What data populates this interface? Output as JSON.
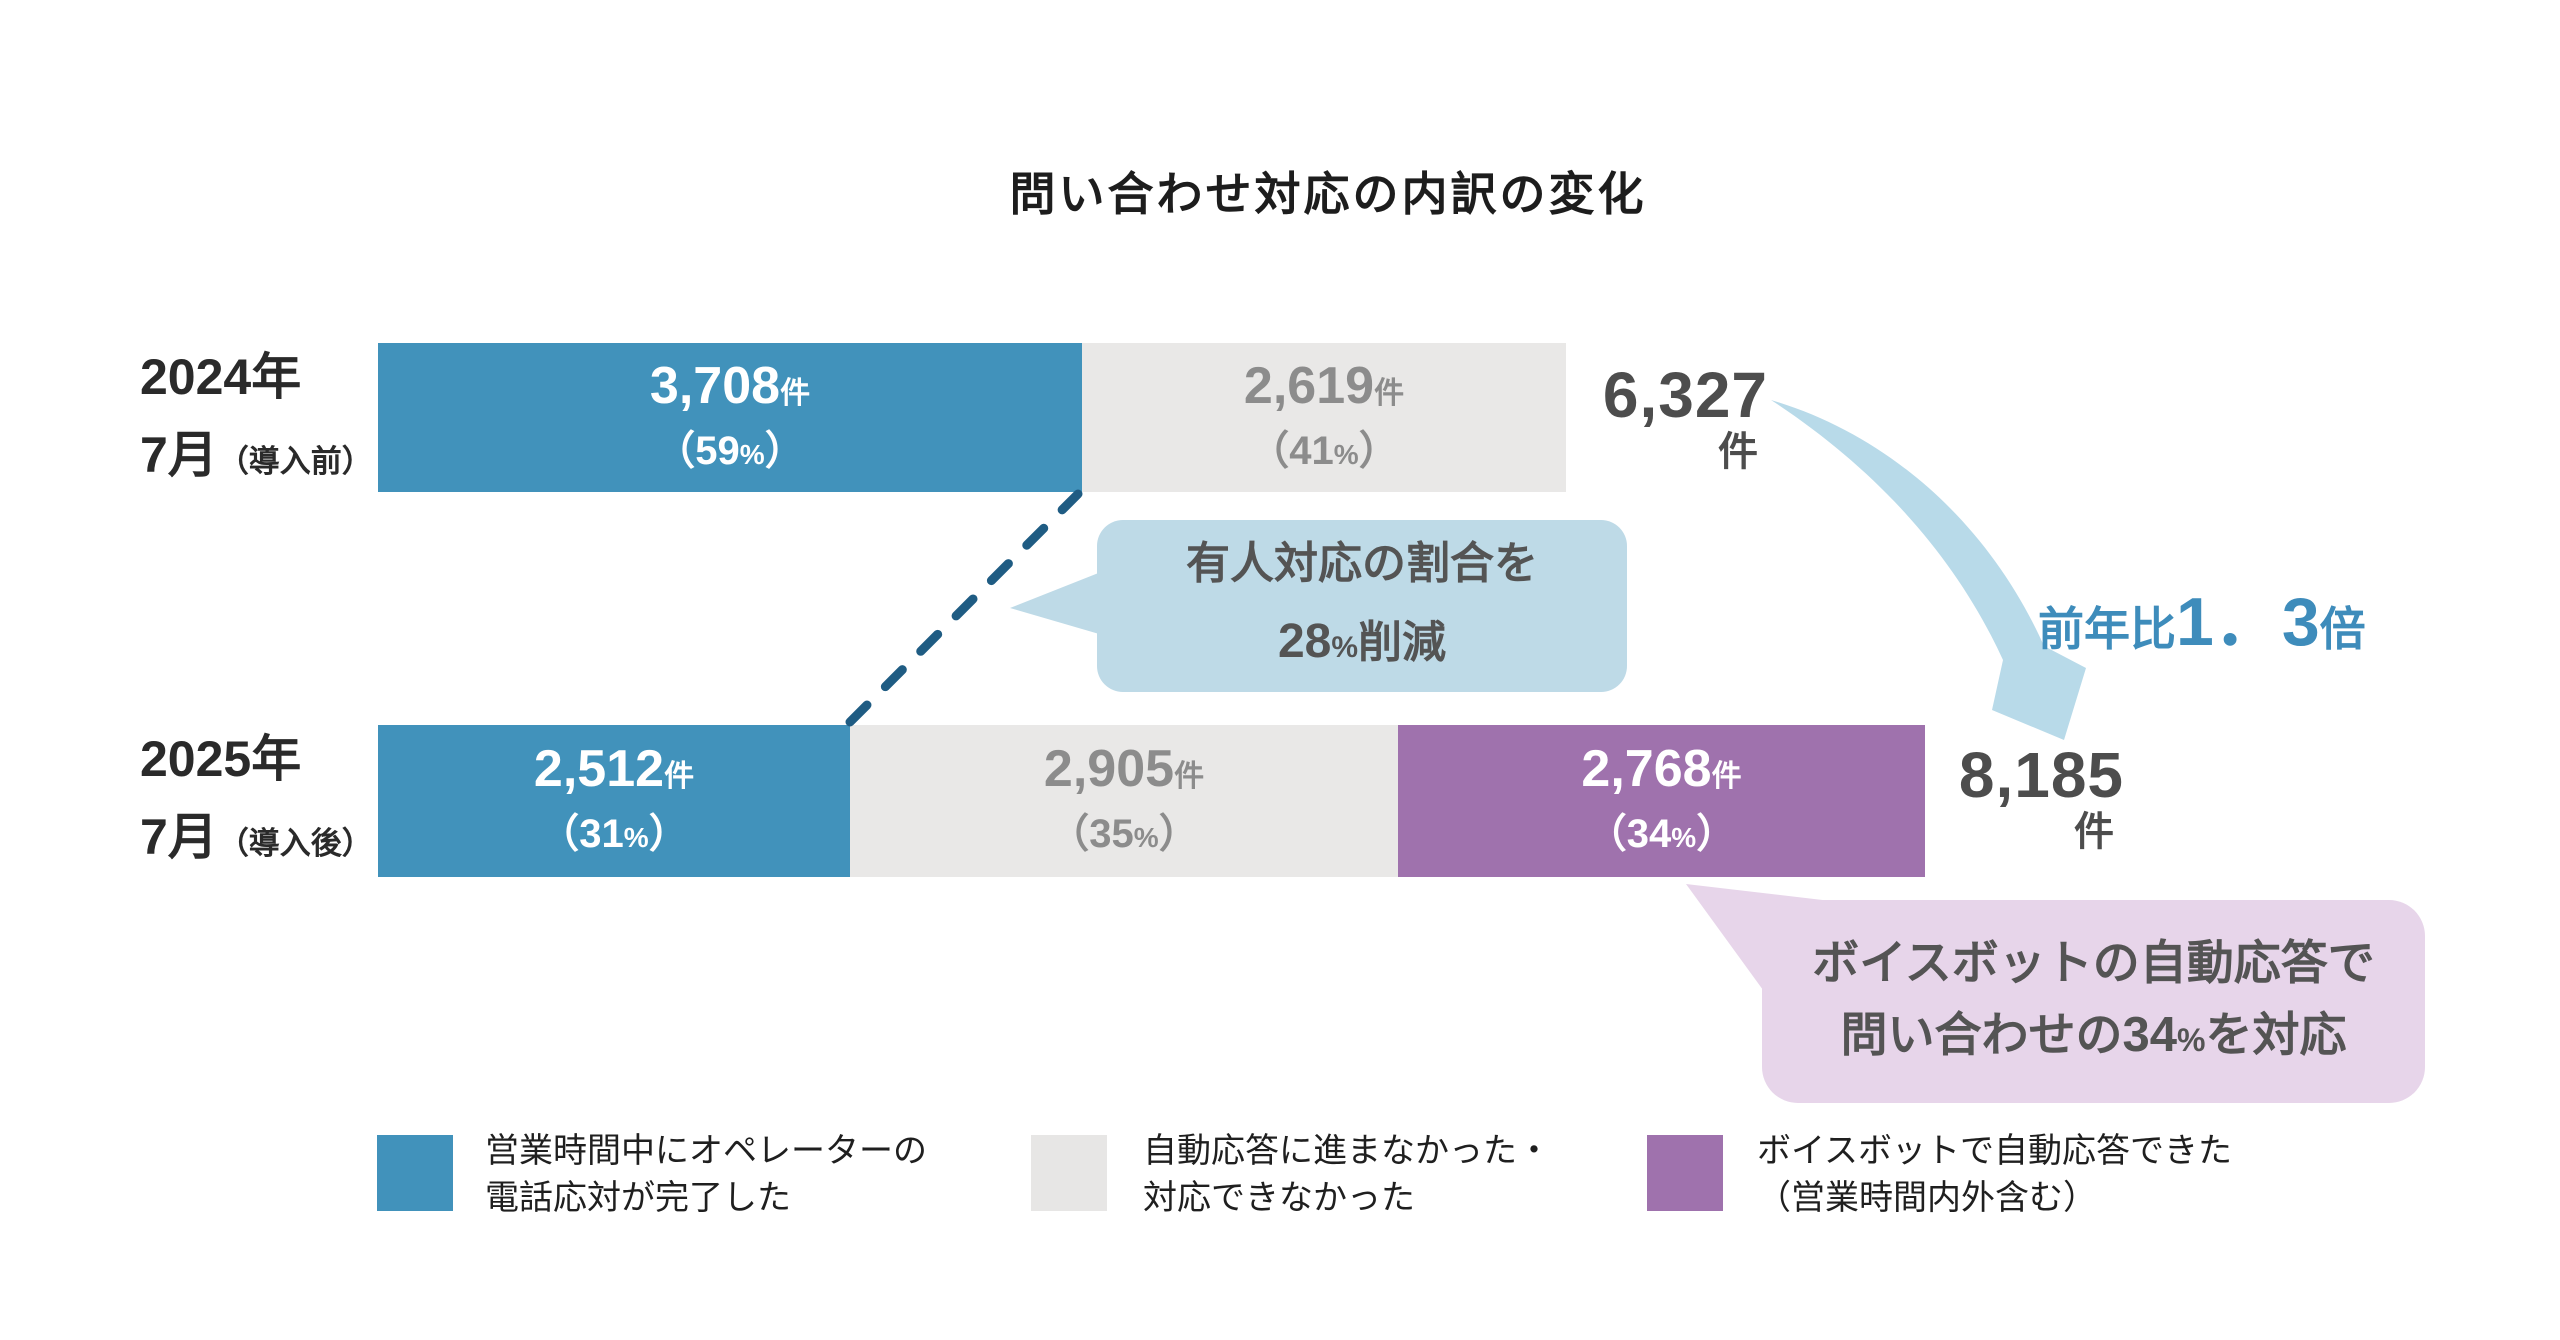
{
  "title": "問い合わせ対応の内訳の変化",
  "symbols": {
    "unit": "件",
    "percent": "%",
    "paren_open": "（",
    "paren_close": "）"
  },
  "rows": [
    {
      "year": "2024年",
      "month": "7月",
      "phase": "（導入前）",
      "total": "6,327",
      "segments": [
        {
          "num": "3,708",
          "pct": "59"
        },
        {
          "num": "2,619",
          "pct": "41"
        }
      ]
    },
    {
      "year": "2025年",
      "month": "7月",
      "phase": "（導入後）",
      "total": "8,185",
      "segments": [
        {
          "num": "2,512",
          "pct": "31"
        },
        {
          "num": "2,905",
          "pct": "35"
        },
        {
          "num": "2,768",
          "pct": "34"
        }
      ]
    }
  ],
  "callouts": {
    "reduction": {
      "line1": "有人対応の割合を",
      "line2_num": "28",
      "line2_suffix": "削減"
    },
    "voicebot": {
      "line1": "ボイスボットの自動応答で",
      "line2_prefix": "問い合わせの",
      "line2_num": "34",
      "line2_suffix": "を対応"
    }
  },
  "yoy": {
    "prefix": "前年比",
    "value": "1．3",
    "suffix": "倍"
  },
  "legend": [
    {
      "line1": "営業時間中にオペレーターの",
      "line2": "電話応対が完了した",
      "color": "#4192BB"
    },
    {
      "line1": "自動応答に進まなかった・",
      "line2": "対応できなかった",
      "color": "#E9E8E7"
    },
    {
      "line1": "ボイスボットで自動応答できた",
      "line2": "（営業時間内外含む）",
      "color": "#9F72AD"
    }
  ],
  "colors": {
    "bar_blue": "#4192BB",
    "bar_gray": "#E9E8E7",
    "bar_purple": "#9F72AD",
    "callout_blue_bg": "#BEDAE7",
    "callout_purple_bg": "#E7D5EA",
    "arrow_fill": "#B8DAE9",
    "dashed_line": "#1F5C83",
    "yoy_text": "#3E8CBB",
    "total_text": "#4D4D4D",
    "gray_segment_text": "#8C8C8C",
    "callout_text": "#545454"
  },
  "chart_data": {
    "type": "bar",
    "orientation": "horizontal",
    "stacked": true,
    "title": "問い合わせ対応の内訳の変化",
    "categories": [
      "2024年7月（導入前）",
      "2025年7月（導入後）"
    ],
    "series": [
      {
        "name": "営業時間中にオペレーターの電話応対が完了した",
        "values": [
          3708,
          2512
        ],
        "pct": [
          59,
          31
        ],
        "color": "#4192BB"
      },
      {
        "name": "自動応答に進まなかった・対応できなかった",
        "values": [
          2619,
          2905
        ],
        "pct": [
          41,
          35
        ],
        "color": "#E9E8E7"
      },
      {
        "name": "ボイスボットで自動応答できた（営業時間内外含む）",
        "values": [
          null,
          2768
        ],
        "pct": [
          null,
          34
        ],
        "color": "#9F72AD"
      }
    ],
    "totals": [
      6327,
      8185
    ],
    "annotations": [
      "有人対応の割合を28%削減",
      "ボイスボットの自動応答で問い合わせの34%を対応",
      "前年比1.3倍"
    ],
    "legend_position": "bottom",
    "grid": false
  }
}
